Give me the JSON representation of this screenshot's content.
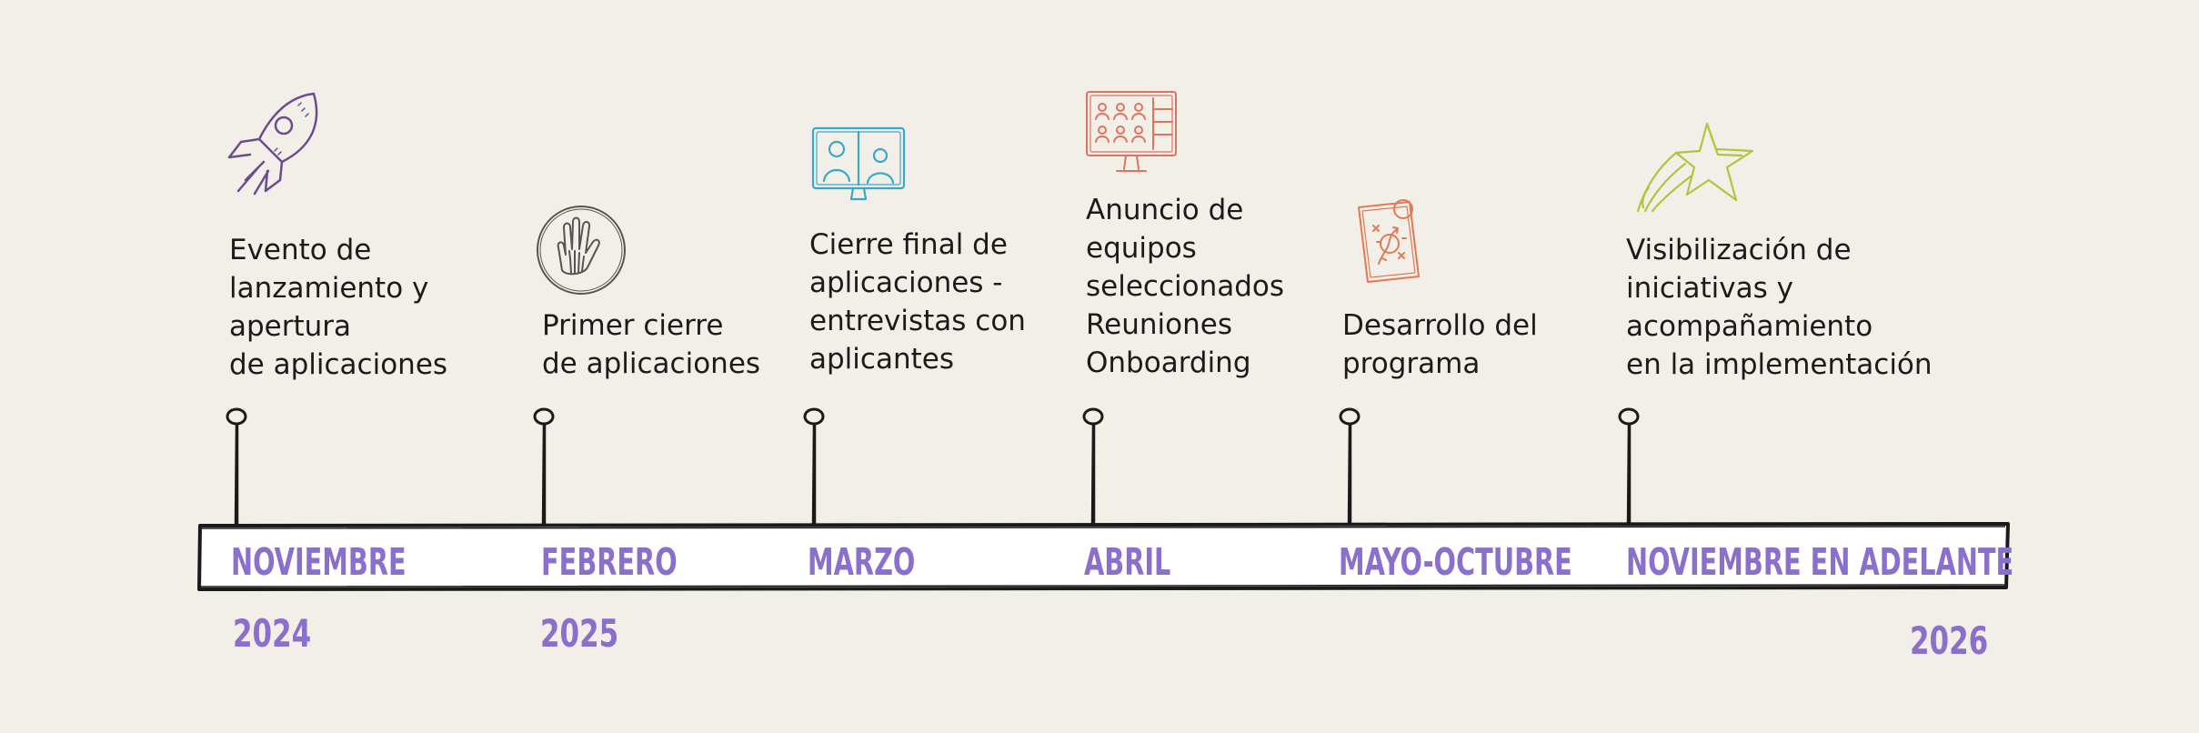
{
  "milestones": [
    {
      "text": "Evento de\nlanzamiento y\napertura\nde aplicaciones",
      "month": "NOVIEMBRE",
      "icon": "rocket-icon"
    },
    {
      "text": "Primer cierre\nde aplicaciones",
      "month": "FEBRERO",
      "icon": "raised-hands-icon"
    },
    {
      "text": "Cierre final de\naplicaciones -\nentrevistas con\naplicantes",
      "month": "MARZO",
      "icon": "video-interview-icon"
    },
    {
      "text": "Anuncio de\nequipos\nseleccionados\nReuniones\nOnboarding",
      "month": "ABRIL",
      "icon": "video-meeting-monitor-icon"
    },
    {
      "text": "Desarrollo del\nprograma",
      "month": "MAYO-OCTUBRE",
      "icon": "strategy-clipboard-icon"
    },
    {
      "text": "Visibilización de\niniciativas y\nacompañamiento\nen la implementación",
      "month": "NOVIEMBRE EN ADELANTE",
      "icon": "shooting-star-icon"
    }
  ],
  "years": [
    "2024",
    "2025",
    "2026"
  ],
  "colors": {
    "background": "#f2efe8",
    "accent_purple": "#8a6fcc",
    "rocket": "#6b4c8e",
    "hands": "#555555",
    "video": "#3aa7c9",
    "monitor": "#e07260",
    "clipboard": "#e07a55",
    "star": "#b5c23c"
  }
}
